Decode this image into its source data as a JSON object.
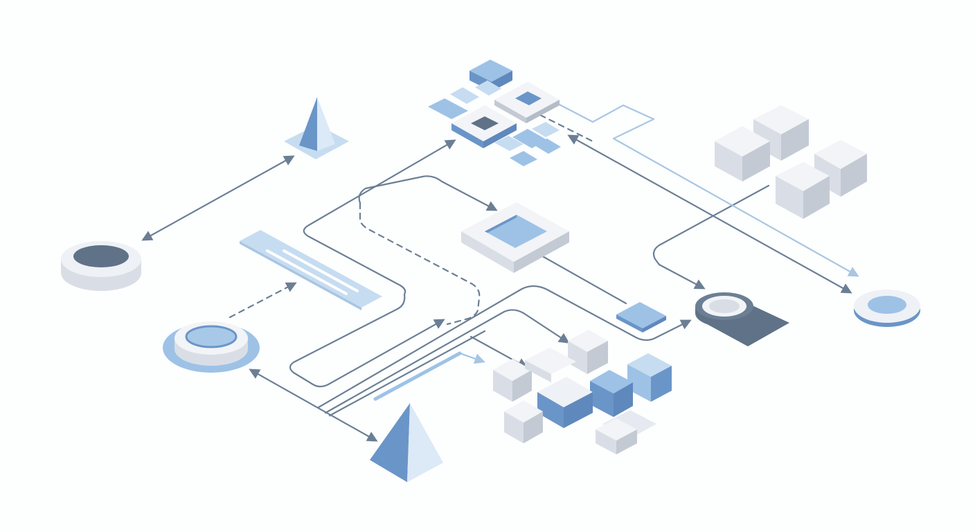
{
  "diagram": {
    "palette": {
      "background": "#fdfefe",
      "connector": "#6b7f94",
      "connector_light": "#a8c6e2",
      "accent_blue": "#6a95c8",
      "mid_blue": "#9dc2e6",
      "light_blue": "#c6dcf1",
      "pale_blue": "#dce9f6",
      "grey_top": "#f2f4f7",
      "grey_left": "#d9dee6",
      "grey_right": "#c3cad4",
      "dark_slate": "#5f7287"
    },
    "nodes": [
      {
        "id": "small-pyramid",
        "kind": "pyramid"
      },
      {
        "id": "large-pyramid",
        "kind": "pyramid"
      },
      {
        "id": "left-ring",
        "kind": "ring"
      },
      {
        "id": "blue-ring",
        "kind": "ring"
      },
      {
        "id": "light-blue-disc",
        "kind": "disc"
      },
      {
        "id": "dark-ring-with-shadow",
        "kind": "ring"
      },
      {
        "id": "document-panel",
        "kind": "panel"
      },
      {
        "id": "central-frame",
        "kind": "frame"
      },
      {
        "id": "small-blue-tile",
        "kind": "tile"
      },
      {
        "id": "grid-cluster",
        "kind": "cluster"
      },
      {
        "id": "grey-cube-stack",
        "kind": "cube-stack"
      },
      {
        "id": "mixed-cube-cluster",
        "kind": "cube-cluster"
      }
    ],
    "connectors": [
      {
        "id": "ring-to-pyramid",
        "style": "solid",
        "arrows": "both"
      },
      {
        "id": "blue-ring-to-panel",
        "style": "dashed",
        "arrows": "end"
      },
      {
        "id": "blue-ring-to-large-pyramid",
        "style": "solid",
        "arrows": "both"
      },
      {
        "id": "rounded-loop-to-grid",
        "style": "solid",
        "arrows": "end"
      },
      {
        "id": "hook-to-central-frame",
        "style": "solid",
        "arrows": "end"
      },
      {
        "id": "dashed-loop",
        "style": "dashed",
        "arrows": "end"
      },
      {
        "id": "central-frame-to-tile",
        "style": "solid",
        "arrows": "none"
      },
      {
        "id": "tile-route-to-dark-ring",
        "style": "solid",
        "arrows": "end"
      },
      {
        "id": "cube-feed-lines",
        "style": "solid",
        "arrows": "end"
      },
      {
        "id": "grid-to-light-disc",
        "style": "solid",
        "arrows": "end"
      },
      {
        "id": "dashed-grid-link",
        "style": "dashed",
        "arrows": "none"
      },
      {
        "id": "stack-to-dark-ring",
        "style": "solid",
        "arrows": "end"
      },
      {
        "id": "grid-to-disc-light",
        "style": "light",
        "arrows": "end"
      }
    ]
  }
}
